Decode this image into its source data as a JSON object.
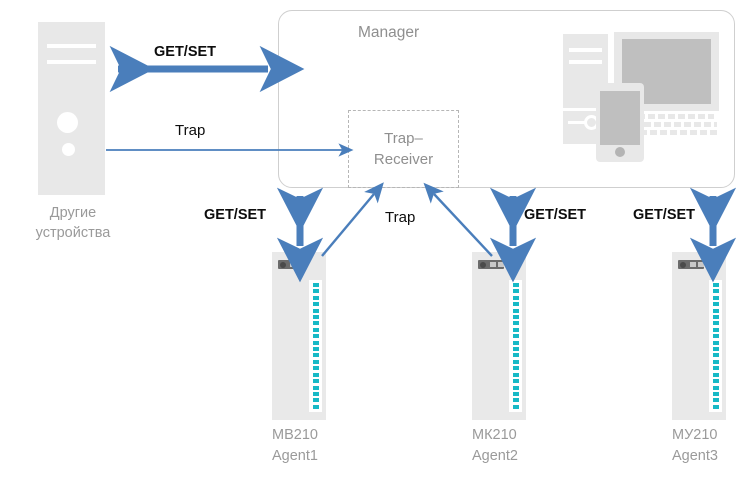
{
  "diagram": {
    "title_manager": "Manager",
    "trap_receiver": "Trap–\nReceiver",
    "other_devices_caption": "Другие\nустройства",
    "colors": {
      "arrow_blue": "#4a7ebb",
      "device_gray": "#e8e8e8",
      "screen_gray": "#bfbfbf",
      "led_teal": "#17b9c6",
      "label_gray": "#9a9a9a",
      "box_border": "#cfcfcf",
      "dashed_border": "#b6b6b6",
      "background": "#ffffff"
    }
  },
  "connections": [
    {
      "id": "tower-manager-getset",
      "label": "GET/SET",
      "direction": "bidirectional",
      "style": "thick"
    },
    {
      "id": "tower-trapreceiver-trap",
      "label": "Trap",
      "direction": "to-manager",
      "style": "thin"
    },
    {
      "id": "agent1-getset",
      "label": "GET/SET",
      "direction": "bidirectional",
      "style": "thick"
    },
    {
      "id": "agent1-trap",
      "label": "Trap",
      "direction": "to-manager",
      "style": "thin"
    },
    {
      "id": "agent2-getset",
      "label": "GET/SET",
      "direction": "bidirectional",
      "style": "thick"
    },
    {
      "id": "agent2-trap",
      "label": "Trap",
      "direction": "to-manager",
      "style": "thin"
    },
    {
      "id": "agent3-getset",
      "label": "GET/SET",
      "direction": "bidirectional",
      "style": "thick"
    }
  ],
  "labels": {
    "getset_tower": "GET/SET",
    "trap_tower": "Trap",
    "getset_agent1": "GET/SET",
    "trap_agents": "Trap",
    "getset_agent2": "GET/SET",
    "getset_agent3": "GET/SET"
  },
  "agents": [
    {
      "model": "МВ210",
      "role": "Agent1",
      "led_count": 20
    },
    {
      "model": "МК210",
      "role": "Agent2",
      "led_count": 20
    },
    {
      "model": "МУ210",
      "role": "Agent3",
      "led_count": 20
    }
  ],
  "workstation": {
    "icons": [
      "tower-pc-icon",
      "monitor-icon",
      "keyboard-icon",
      "smartphone-icon"
    ]
  }
}
